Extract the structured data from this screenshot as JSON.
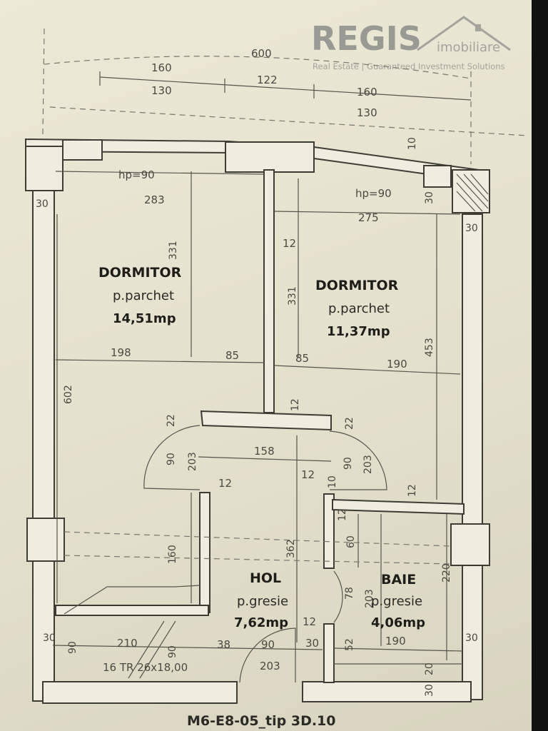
{
  "brand": {
    "name": "REGIS",
    "suffix": "imobiliare",
    "tagline": "Real Estate | Guaranteed Investment Solutions"
  },
  "caption": "M6-E8-05_tip 3D.10",
  "rooms": {
    "bedroom1": {
      "name": "DORMITOR",
      "floor": "p.parchet",
      "area": "14,51mp"
    },
    "bedroom2": {
      "name": "DORMITOR",
      "floor": "p.parchet",
      "area": "11,37mp"
    },
    "hall": {
      "name": "HOL",
      "floor": "p.gresie",
      "area": "7,62mp"
    },
    "bath": {
      "name": "BAIE",
      "floor": "p.gresie",
      "area": "4,06mp"
    }
  },
  "dims": {
    "top_total": "600",
    "top_left_outer": "160",
    "top_left_inner": "130",
    "top_mid": "122",
    "top_right_outer": "160",
    "top_right_inner": "130",
    "ten_top": "10",
    "hp1": "hp=90",
    "hp2": "hp=90",
    "d283": "283",
    "d275": "275",
    "d30_tl": "30",
    "d30_tr": "30",
    "d30_r": "30",
    "d331a": "331",
    "d331b": "331",
    "d12_top": "12",
    "d198": "198",
    "d85a": "85",
    "d85b": "85",
    "d190": "190",
    "d453": "453",
    "d602": "602",
    "d22a": "22",
    "d22b": "22",
    "d12_mid": "12",
    "d158": "158",
    "d90a": "90",
    "d203a": "203",
    "d90b": "90",
    "d203b": "203",
    "d12_l": "12",
    "d12_c": "12",
    "d10": "10",
    "d12_r": "12",
    "d12_b": "12",
    "d60": "60",
    "d160": "160",
    "d362": "362",
    "d220": "220",
    "d78": "78",
    "d203c": "203",
    "d12_h": "12",
    "d52": "52",
    "d190b": "190",
    "d30_bl": "30",
    "d90_bl": "90",
    "d210": "210",
    "d90_m": "90",
    "d38": "38",
    "d90_d": "90",
    "d30_m": "30",
    "d30_br": "30",
    "d203d": "203",
    "d20": "20",
    "d30_b": "30",
    "stairs": "16 TR 26x18,00"
  }
}
